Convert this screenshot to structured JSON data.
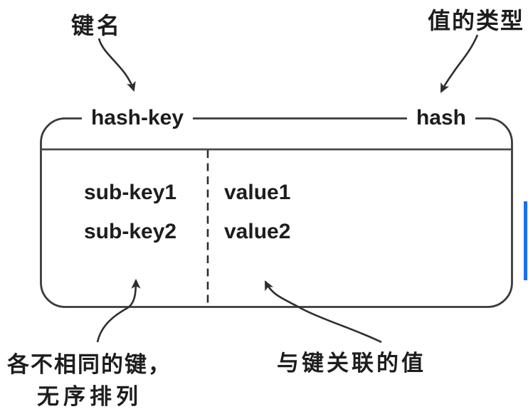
{
  "annotations": {
    "key_name": "键名",
    "value_type": "值的类型",
    "distinct_keys_line1": "各不相同的键，",
    "distinct_keys_line2": "无序排列",
    "associated_values": "与键关联的值"
  },
  "box": {
    "key_label": "hash-key",
    "type_label": "hash",
    "rows": [
      {
        "key": "sub-key1",
        "value": "value1"
      },
      {
        "key": "sub-key2",
        "value": "value2"
      }
    ]
  },
  "colors": {
    "line": "#3a3a3a",
    "arrow": "#2e2e2e",
    "text": "#1d1d1d",
    "highlight_bar": "#1e6ef2",
    "background": "#ffffff"
  }
}
